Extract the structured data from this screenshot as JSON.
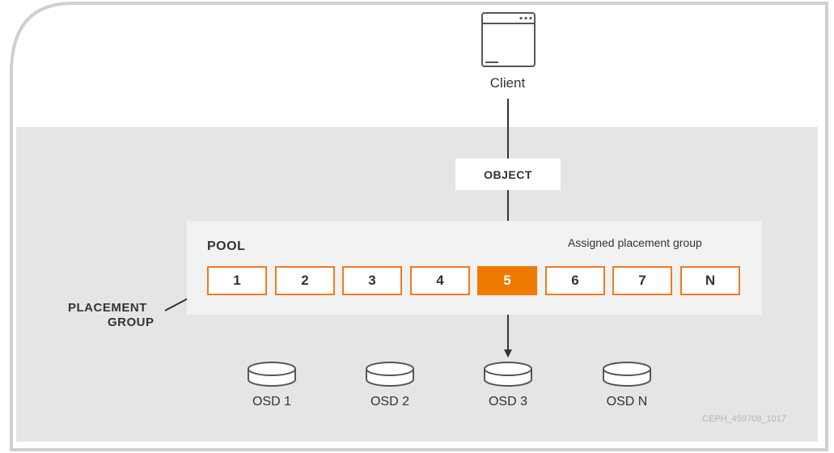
{
  "client": {
    "label": "Client"
  },
  "object": {
    "label": "OBJECT"
  },
  "pool": {
    "label": "POOL",
    "placement_groups": [
      "1",
      "2",
      "3",
      "4",
      "5",
      "6",
      "7",
      "N"
    ],
    "assigned_index": 4,
    "assigned_label": "Assigned placement group"
  },
  "placement_group_label": {
    "line1": "PLACEMENT",
    "line2": "GROUP"
  },
  "osds": [
    "OSD 1",
    "OSD 2",
    "OSD 3",
    "OSD N"
  ],
  "credit": "CEPH_459708_1017",
  "colors": {
    "accent": "#ee7b00",
    "panel": "#e5e5e5",
    "pool_bg": "#f2f2f2",
    "line": "#333333"
  }
}
